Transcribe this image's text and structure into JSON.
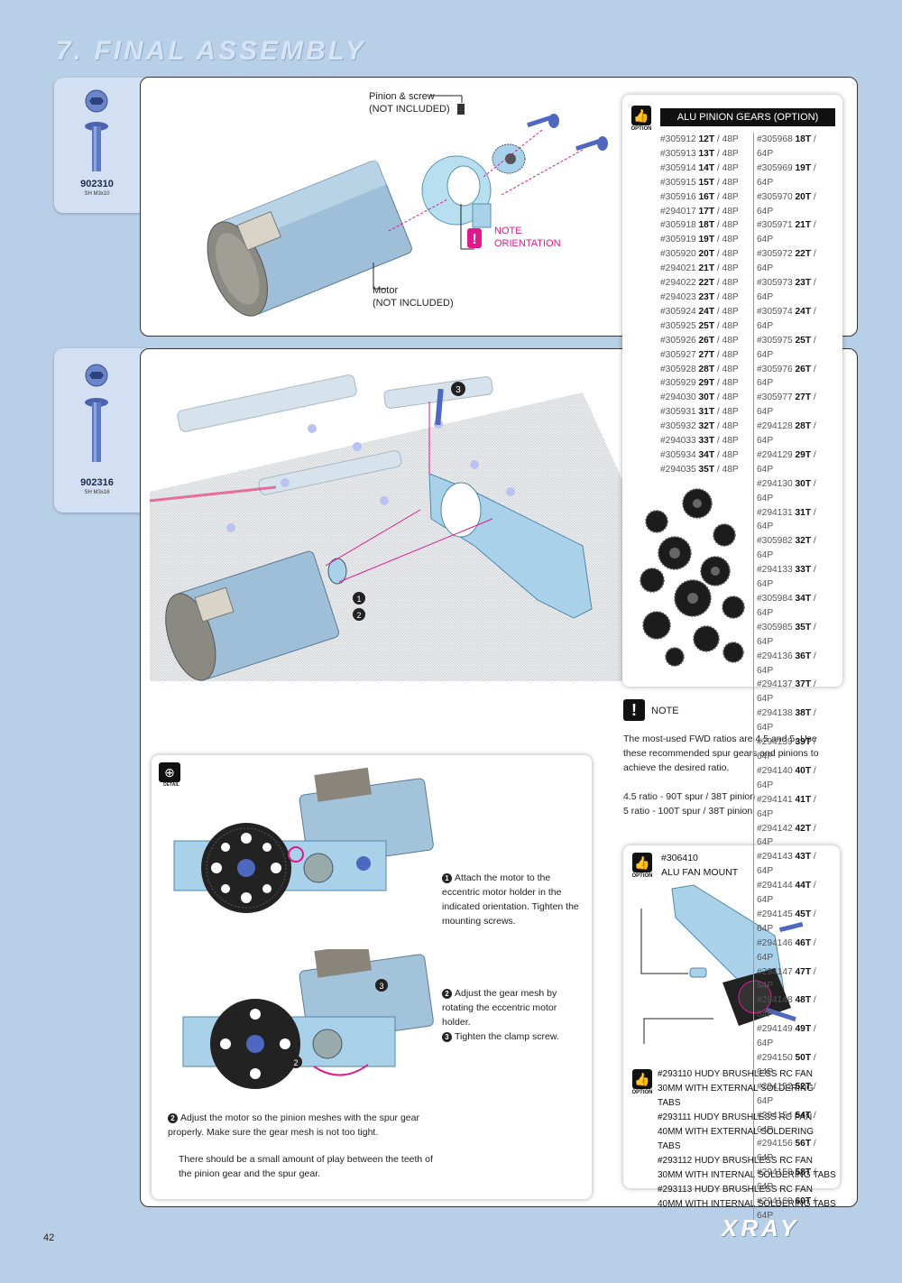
{
  "page": {
    "title": "7. FINAL ASSEMBLY",
    "page_number": "42",
    "brand": "XRAY"
  },
  "parts": [
    {
      "code": "902310",
      "desc": "SH M3x10"
    },
    {
      "code": "902316",
      "desc": "SH M3x16"
    }
  ],
  "top_panel": {
    "pinion_label": "Pinion & screw",
    "pinion_note": "(NOT INCLUDED)",
    "note_label": "NOTE",
    "orientation_label": "ORIENTATION",
    "motor_label": "Motor",
    "motor_note": "(NOT INCLUDED)"
  },
  "pinion_card": {
    "badge": "OPTION",
    "heading": "ALU PINION GEARS (OPTION)",
    "col1": [
      [
        "#305912",
        "12T",
        "48P"
      ],
      [
        "#305913",
        "13T",
        "48P"
      ],
      [
        "#305914",
        "14T",
        "48P"
      ],
      [
        "#305915",
        "15T",
        "48P"
      ],
      [
        "#305916",
        "16T",
        "48P"
      ],
      [
        "#294017",
        "17T",
        "48P"
      ],
      [
        "#305918",
        "18T",
        "48P"
      ],
      [
        "#305919",
        "19T",
        "48P"
      ],
      [
        "#305920",
        "20T",
        "48P"
      ],
      [
        "#294021",
        "21T",
        "48P"
      ],
      [
        "#294022",
        "22T",
        "48P"
      ],
      [
        "#294023",
        "23T",
        "48P"
      ],
      [
        "#305924",
        "24T",
        "48P"
      ],
      [
        "#305925",
        "25T",
        "48P"
      ],
      [
        "#305926",
        "26T",
        "48P"
      ],
      [
        "#305927",
        "27T",
        "48P"
      ],
      [
        "#305928",
        "28T",
        "48P"
      ],
      [
        "#305929",
        "29T",
        "48P"
      ],
      [
        "#294030",
        "30T",
        "48P"
      ],
      [
        "#305931",
        "31T",
        "48P"
      ],
      [
        "#305932",
        "32T",
        "48P"
      ],
      [
        "#294033",
        "33T",
        "48P"
      ],
      [
        "#305934",
        "34T",
        "48P"
      ],
      [
        "#294035",
        "35T",
        "48P"
      ]
    ],
    "col2": [
      [
        "#305968",
        "18T",
        "64P"
      ],
      [
        "#305969",
        "19T",
        "64P"
      ],
      [
        "#305970",
        "20T",
        "64P"
      ],
      [
        "#305971",
        "21T",
        "64P"
      ],
      [
        "#305972",
        "22T",
        "64P"
      ],
      [
        "#305973",
        "23T",
        "64P"
      ],
      [
        "#305974",
        "24T",
        "64P"
      ],
      [
        "#305975",
        "25T",
        "64P"
      ],
      [
        "#305976",
        "26T",
        "64P"
      ],
      [
        "#305977",
        "27T",
        "64P"
      ],
      [
        "#294128",
        "28T",
        "64P"
      ],
      [
        "#294129",
        "29T",
        "64P"
      ],
      [
        "#294130",
        "30T",
        "64P"
      ],
      [
        "#294131",
        "31T",
        "64P"
      ],
      [
        "#305982",
        "32T",
        "64P"
      ],
      [
        "#294133",
        "33T",
        "64P"
      ],
      [
        "#305984",
        "34T",
        "64P"
      ],
      [
        "#305985",
        "35T",
        "64P"
      ],
      [
        "#294136",
        "36T",
        "64P"
      ],
      [
        "#294137",
        "37T",
        "64P"
      ],
      [
        "#294138",
        "38T",
        "64P"
      ],
      [
        "#294139",
        "39T",
        "64P"
      ],
      [
        "#294140",
        "40T",
        "64P"
      ],
      [
        "#294141",
        "41T",
        "64P"
      ],
      [
        "#294142",
        "42T",
        "64P"
      ],
      [
        "#294143",
        "43T",
        "64P"
      ],
      [
        "#294144",
        "44T",
        "64P"
      ],
      [
        "#294145",
        "45T",
        "64P"
      ],
      [
        "#294146",
        "46T",
        "64P"
      ],
      [
        "#294147",
        "47T",
        "64P"
      ],
      [
        "#294148",
        "48T",
        "64P"
      ],
      [
        "#294149",
        "49T",
        "64P"
      ],
      [
        "#294150",
        "50T",
        "64P"
      ],
      [
        "#294152",
        "52T",
        "64P"
      ],
      [
        "#294154",
        "54T",
        "64P"
      ],
      [
        "#294156",
        "56T",
        "64P"
      ],
      [
        "#294158",
        "58T",
        "64P"
      ],
      [
        "#294160",
        "60T",
        "64P"
      ]
    ]
  },
  "note_box": {
    "label": "NOTE",
    "text": "The most-used FWD ratios are 4.5 and 5. Use these recommended spur gears and pinions to achieve the desired ratio.",
    "ratio1": "4.5 ratio - 90T spur / 38T pinion",
    "ratio2": "5 ratio - 100T spur / 38T pinion"
  },
  "detail": {
    "badge": "DETAIL",
    "step1": "Attach the motor to the eccentric motor holder in the indicated orientation. Tighten the mounting screws.",
    "step2": "Adjust the gear mesh by rotating the eccentric motor holder.",
    "step3": "Tighten the clamp screw.",
    "bottom1": "Adjust the motor so the pinion meshes with the spur gear properly. Make sure the gear mesh is not too tight.",
    "bottom2": "There should be a small amount of play between the teeth of the pinion gear and the spur gear."
  },
  "fan_card": {
    "badge": "OPTION",
    "code": "#306410",
    "name": "ALU FAN MOUNT",
    "items": [
      "#293110 HUDY BRUSHLESS RC FAN 30MM WITH EXTERNAL SOLDERING TABS",
      "#293111 HUDY BRUSHLESS RC FAN 40MM WITH EXTERNAL SOLDERING TABS",
      "#293112 HUDY BRUSHLESS RC FAN 30MM WITH INTERNAL SOLDERING TABS",
      "#293113 HUDY BRUSHLESS RC FAN 40MM WITH INTERNAL SOLDERING TABS"
    ]
  },
  "colors": {
    "background": "#b8cfe8",
    "accent": "#e0188c",
    "part": "#a9d2ea"
  }
}
